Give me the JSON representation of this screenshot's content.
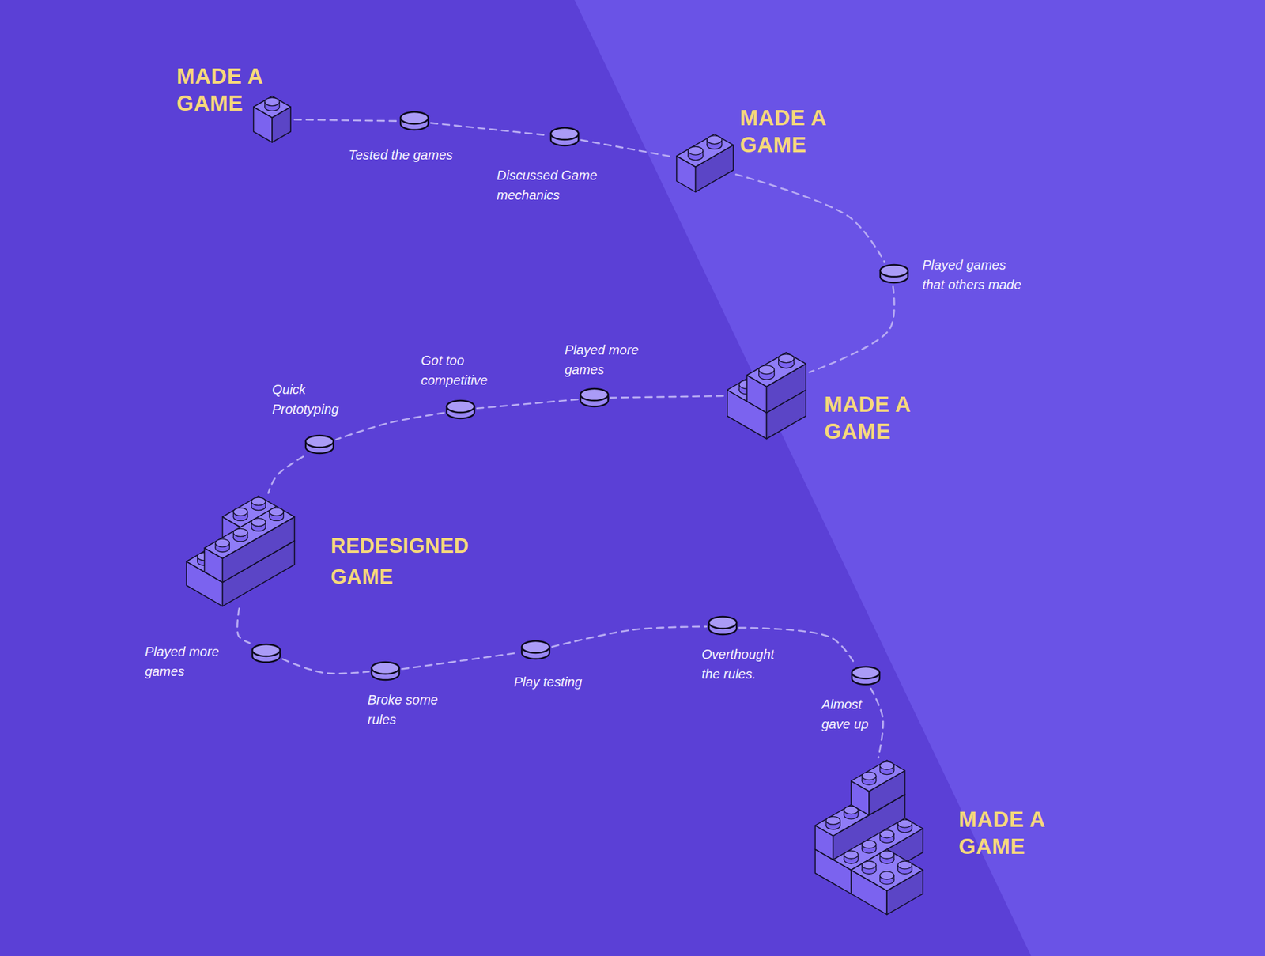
{
  "diagram": {
    "nodes": [
      {
        "text": [
          "MADE A GAME"
        ]
      },
      {
        "text": [
          "Tested the games"
        ]
      },
      {
        "text": [
          "Discussed Game mechanics"
        ]
      },
      {
        "text": [
          "MADE A GAME"
        ]
      },
      {
        "text": [
          "Played games that others made"
        ]
      },
      {
        "text": [
          "MADE A GAME"
        ]
      },
      {
        "text": [
          "Played more games"
        ]
      },
      {
        "text": [
          "Got too competitive"
        ]
      },
      {
        "text": [
          "Quick Prototyping"
        ]
      },
      {
        "text": [
          "REDESIGNED GAME"
        ]
      },
      {
        "text": [
          "Played more games"
        ]
      },
      {
        "text": [
          "Broke some rules"
        ]
      },
      {
        "text": [
          "Play testing"
        ]
      },
      {
        "text": [
          "Overthought the rules."
        ]
      },
      {
        "text": [
          "Almost gave up"
        ]
      },
      {
        "text": [
          "MADE A GAME"
        ]
      }
    ],
    "edges": [
      {
        "from": 0,
        "to": 1,
        "arrow": "none"
      },
      {
        "from": 1,
        "to": 2,
        "arrow": "none"
      },
      {
        "from": 2,
        "to": 3,
        "arrow": "none"
      },
      {
        "from": 3,
        "to": 4,
        "arrow": "none"
      },
      {
        "from": 4,
        "to": 5,
        "arrow": "none"
      },
      {
        "from": 5,
        "to": 6,
        "arrow": "none"
      },
      {
        "from": 6,
        "to": 7,
        "arrow": "none"
      },
      {
        "from": 7,
        "to": 8,
        "arrow": "none"
      },
      {
        "from": 8,
        "to": 9,
        "arrow": "none"
      },
      {
        "from": 9,
        "to": 10,
        "arrow": "none"
      },
      {
        "from": 10,
        "to": 11,
        "arrow": "none"
      },
      {
        "from": 11,
        "to": 12,
        "arrow": "none"
      },
      {
        "from": 12,
        "to": 13,
        "arrow": "none"
      },
      {
        "from": 13,
        "to": 14,
        "arrow": "none"
      },
      {
        "from": 14,
        "to": 15,
        "arrow": "none"
      }
    ]
  }
}
